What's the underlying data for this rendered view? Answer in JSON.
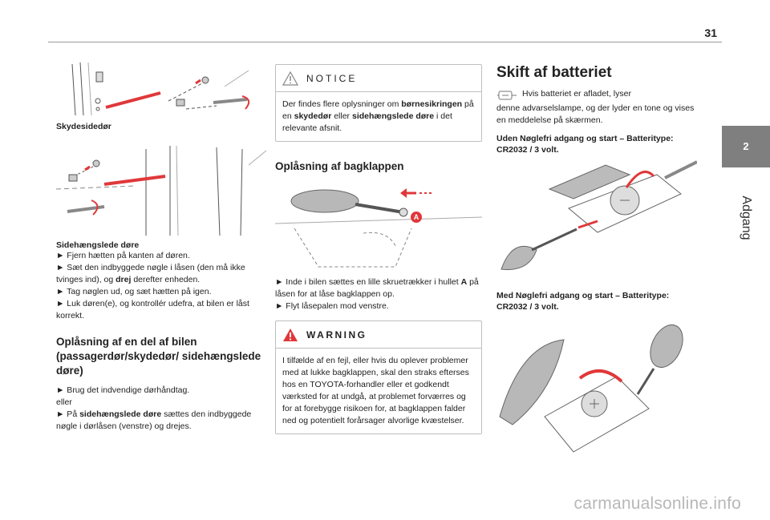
{
  "page_number": "31",
  "sidebar": {
    "chapter_number": "2",
    "chapter_label": "Adgang"
  },
  "col1": {
    "caption1": "Skydesidedør",
    "caption2": "Sidehængslede døre",
    "steps": [
      {
        "pre": "► Fjern hætten på kanten af døren.",
        "bold": "",
        "post": ""
      },
      {
        "pre": "► Sæt den indbyggede nøgle i låsen (den må ikke tvinges ind), og ",
        "bold": "drej",
        "post": " derefter enheden."
      },
      {
        "pre": "► Tag nøglen ud, og sæt hætten på igen.",
        "bold": "",
        "post": ""
      },
      {
        "pre": "► Luk døren(e), og kontrollér udefra, at bilen er låst korrekt.",
        "bold": "",
        "post": ""
      }
    ],
    "heading": "Oplåsning af en del af bilen (passagerdør/skydedør/ sidehængslede døre)",
    "p1": "► Brug det indvendige dørhåndtag.",
    "p2": "eller",
    "p3_pre": "► På ",
    "p3_bold": "sidehængslede døre",
    "p3_post": " sættes den indbyggede nøgle i dørlåsen (venstre) og drejes."
  },
  "col2": {
    "notice_title": "NOTICE",
    "notice_pre": "Der findes flere oplysninger om ",
    "notice_b1": "børnesikringen",
    "notice_mid1": " på en ",
    "notice_b2": "skydedør",
    "notice_mid2": " eller ",
    "notice_b3": "sidehængslede døre",
    "notice_post": " i det relevante afsnit.",
    "heading": "Oplåsning af bagklappen",
    "marker": "A",
    "s1_pre": "► Inde i bilen sættes en lille skruetrækker i hullet ",
    "s1_bold": "A",
    "s1_post": " på låsen for at låse bagklappen op.",
    "s2": "► Flyt låsepalen mod venstre.",
    "warning_title": "WARNING",
    "warning_text": "I tilfælde af en fejl, eller hvis du oplever problemer med at lukke bagklappen, skal den straks efterses hos en TOYOTA-forhandler eller et godkendt værksted for at undgå, at problemet forværres og for at forebygge risikoen for, at bagklappen falder ned og potentielt forårsager alvorlige kvæstelser."
  },
  "col3": {
    "heading": "Skift af batteriet",
    "intro_line1": "Hvis batteriet er afladet, lyser",
    "intro_rest": "denne advarselslampe, og der lyder en tone og vises en meddelelse på skærmen.",
    "sub1": "Uden Nøglefri adgang og start – Batteritype: CR2032 / 3 volt.",
    "sub2": "Med Nøglefri adgang og start – Batteritype: CR2032 / 3 volt."
  },
  "watermark": "carmanualsonline.info",
  "colors": {
    "arrow_red": "#e0383a",
    "tab_gray": "#7f7f7f",
    "line_gray": "#9a9a9a"
  }
}
